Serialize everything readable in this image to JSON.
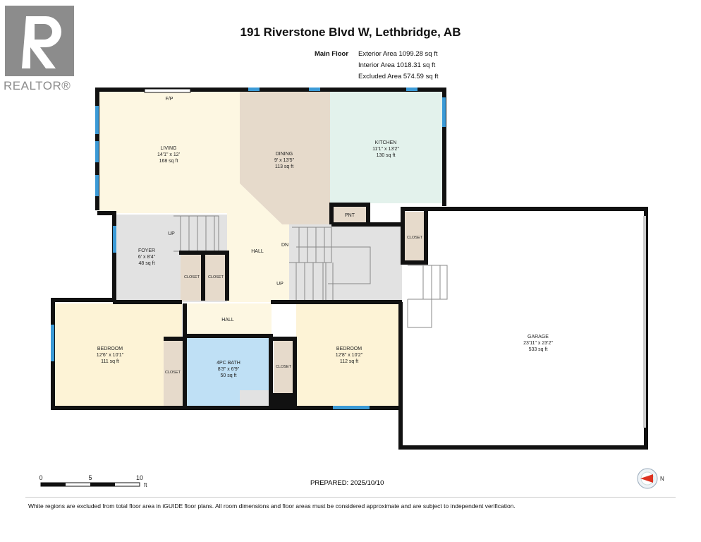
{
  "header": {
    "title": "191 Riverstone Blvd W, Lethbridge, AB",
    "floor": "Main Floor",
    "exterior_area": "Exterior Area 1099.28 sq ft",
    "interior_area": "Interior Area 1018.31 sq ft",
    "excluded_area": "Excluded Area 574.59 sq ft"
  },
  "logo": {
    "text": "REALTOR®"
  },
  "rooms": {
    "living": {
      "name": "LIVING",
      "dims": "14'1\" x 12'",
      "area": "168 sq ft"
    },
    "dining": {
      "name": "DINING",
      "dims": "9' x 13'5\"",
      "area": "113 sq ft"
    },
    "kitchen": {
      "name": "KITCHEN",
      "dims": "11'1\" x 13'2\"",
      "area": "130 sq ft"
    },
    "foyer": {
      "name": "FOYER",
      "dims": "6' x 8'4\"",
      "area": "48 sq ft"
    },
    "bedroom1": {
      "name": "BEDROOM",
      "dims": "12'6\" x 10'1\"",
      "area": "111 sq ft"
    },
    "bath": {
      "name": "4PC BATH",
      "dims": "8'3\" x 6'9\"",
      "area": "50 sq ft"
    },
    "bedroom2": {
      "name": "BEDROOM",
      "dims": "12'8\" x 10'2\"",
      "area": "112 sq ft"
    },
    "garage": {
      "name": "GARAGE",
      "dims": "23'11\" x 23'2\"",
      "area": "533 sq ft"
    }
  },
  "labels": {
    "fp": "F/P",
    "pnt": "PNT",
    "closet": "CLOSET",
    "hall": "HALL",
    "up": "UP",
    "dn": "DN"
  },
  "scale": {
    "t0": "0",
    "t5": "5",
    "t10": "10",
    "unit": "ft"
  },
  "compass": {
    "n": "N"
  },
  "footer": {
    "prepared": "PREPARED:  2025/10/10",
    "disclaimer": "White regions are excluded from total floor area in iGUIDE floor plans. All room dimensions and floor areas must be considered approximate and are subject to independent verification."
  }
}
